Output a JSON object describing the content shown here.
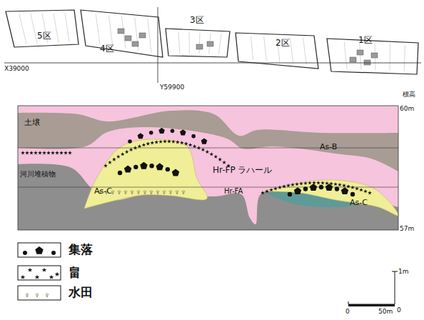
{
  "diagram": {
    "labels": [
      "5区",
      "4区",
      "3区",
      "2区",
      "1区",
      "X39000",
      "Y59900",
      "標高",
      "60m",
      "土壌",
      "As-B",
      "河川堆積物",
      "Hr-FP ラハール",
      "As-C",
      "Hr-FA",
      "As-C",
      "57m",
      "1m",
      "0",
      "50m",
      "0"
    ],
    "legend": [
      {
        "text": "集落"
      },
      {
        "text": "畠"
      },
      {
        "text": "水田"
      }
    ]
  }
}
